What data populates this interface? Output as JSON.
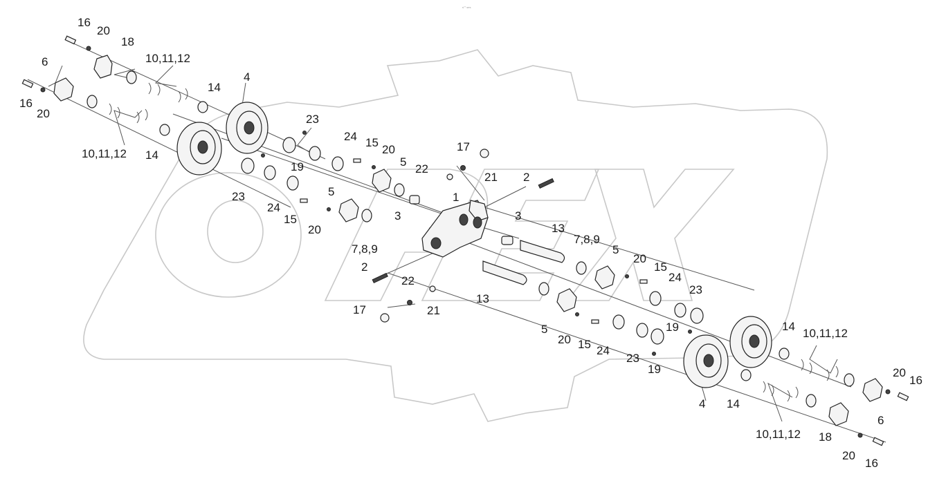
{
  "header_tiny_text": "s°° ses",
  "watermark": {
    "letters": "OPEX",
    "kind": "gear-logo"
  },
  "labels": {
    "l16a": "16",
    "l20a": "20",
    "l18a": "18",
    "l6a": "6",
    "l101112a": "10,11,12",
    "l16b": "16",
    "l20b": "20",
    "l14a": "14",
    "l4a": "4",
    "l101112b": "10,11,12",
    "l14b": "14",
    "l23a": "23",
    "l19a": "19",
    "l23b": "23",
    "l24a": "24",
    "l15a": "15",
    "l20c": "20",
    "l5a": "5",
    "l22a": "22",
    "l17a": "17",
    "l21a": "21",
    "l2a": "2",
    "l1": "1",
    "l5b": "5",
    "l3a": "3",
    "l24b": "24",
    "l15b": "15",
    "l20d": "20",
    "l3b": "3",
    "l13a": "13",
    "l789a": "7,8,9",
    "l789b": "7,8,9",
    "l2b": "2",
    "l22b": "22",
    "l13b": "13",
    "l17b": "17",
    "l21b": "21",
    "l5c": "5",
    "l20e": "20",
    "l15c": "15",
    "l24c": "24",
    "l23c": "23",
    "l5d": "5",
    "l20f": "20",
    "l15d": "15",
    "l24d": "24",
    "l23d": "23",
    "l19b": "19",
    "l19c": "19",
    "l14c": "14",
    "l101112c": "10,11,12",
    "l4b": "4",
    "l14d": "14",
    "l2016": "20",
    "l16c": "16",
    "l6b": "6",
    "l101112d": "10,11,12",
    "l18b": "18",
    "l20g": "20",
    "l16d": "16"
  },
  "colors": {
    "line": "#222222",
    "label": "#1a1a1a",
    "watermark": "#c8c8c8"
  }
}
